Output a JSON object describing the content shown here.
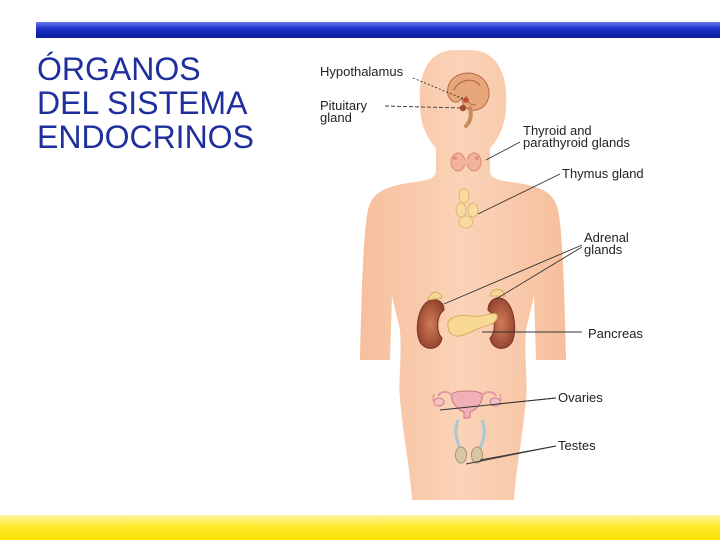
{
  "title": {
    "lines": [
      "ÓRGANOS",
      "DEL SISTEMA",
      "ENDOCRINOS"
    ]
  },
  "labels": {
    "hypothalamus": "Hypothalamus",
    "pituitary_1": "Pituitary",
    "pituitary_2": "gland",
    "thyroid_1": "Thyroid and",
    "thyroid_2": "parathyroid glands",
    "thymus": "Thymus gland",
    "adrenal_1": "Adrenal",
    "adrenal_2": "glands",
    "pancreas": "Pancreas",
    "ovaries": "Ovaries",
    "testes": "Testes"
  },
  "colors": {
    "title_text": "#1f2f9c",
    "top_bar": "#1f33c9",
    "bottom_bar": "#ffe92e",
    "skin": "#f9c8a8",
    "organ": "#f4d08a",
    "kidney": "#b65a3e"
  }
}
